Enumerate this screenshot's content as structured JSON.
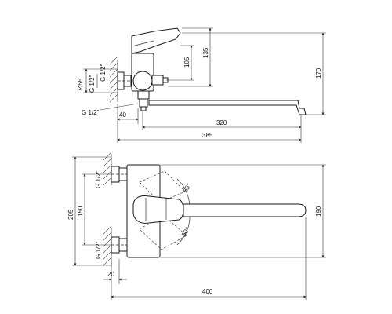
{
  "dimensions": {
    "d_55": "Ø55",
    "thread_upper_top": "G 1/2\"",
    "thread_lower_top": "G 1/2\"",
    "thread_diverter": "G 1/2\"",
    "d_105": "105",
    "d_135": "135",
    "d_170": "170",
    "d_40": "40",
    "d_320": "320",
    "d_385": "385",
    "thread_upper_bottom": "G 1/2\"",
    "thread_lower_bottom": "G 1/2\"",
    "d_205": "205",
    "d_150": "150",
    "d_190": "190",
    "angle_55": "55°",
    "angle_50": "50°",
    "d_20": "20",
    "d_400": "400"
  }
}
